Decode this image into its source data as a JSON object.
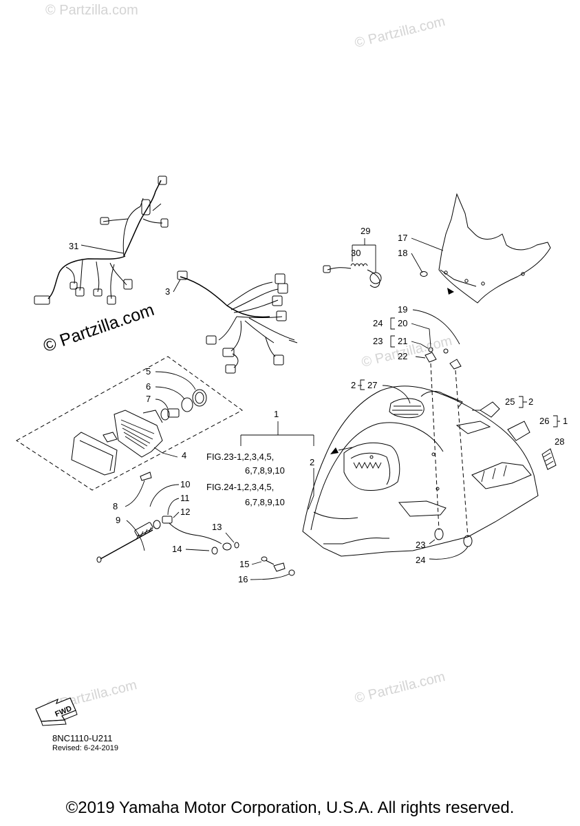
{
  "watermark": {
    "main_text": "© Partzilla.com",
    "faint_text": "© Partzilla.com"
  },
  "callouts": {
    "c1": "1",
    "c2a": "2",
    "c2b": "2",
    "c2c": "2",
    "c3": "3",
    "c4": "4",
    "c5": "5",
    "c6": "6",
    "c7": "7",
    "c8": "8",
    "c9": "9",
    "c10": "10",
    "c11": "11",
    "c12": "12",
    "c13": "13",
    "c14": "14",
    "c15": "15",
    "c16": "16",
    "c17": "17",
    "c18": "18",
    "c19": "19",
    "c20": "20",
    "c21": "21",
    "c22": "22",
    "c23a": "23",
    "c23b": "23",
    "c24a": "24",
    "c24b": "24",
    "c25": "25",
    "c26": "26",
    "c1b": "1",
    "c27": "27",
    "c28": "28",
    "c29": "29",
    "c30": "30",
    "c31": "31"
  },
  "references": {
    "fig23_line1": "FIG.23-1,2,3,4,5,",
    "fig23_line2": "6,7,8,9,10",
    "fig24_line1": "FIG.24-1,2,3,4,5,",
    "fig24_line2": "6,7,8,9,10"
  },
  "fwd_label": "FWD",
  "document": {
    "id": "8NC1110-U211",
    "revised": "Revised: 6-24-2019"
  },
  "copyright": "©2019 Yamaha Motor Corporation, U.S.A. All rights reserved."
}
